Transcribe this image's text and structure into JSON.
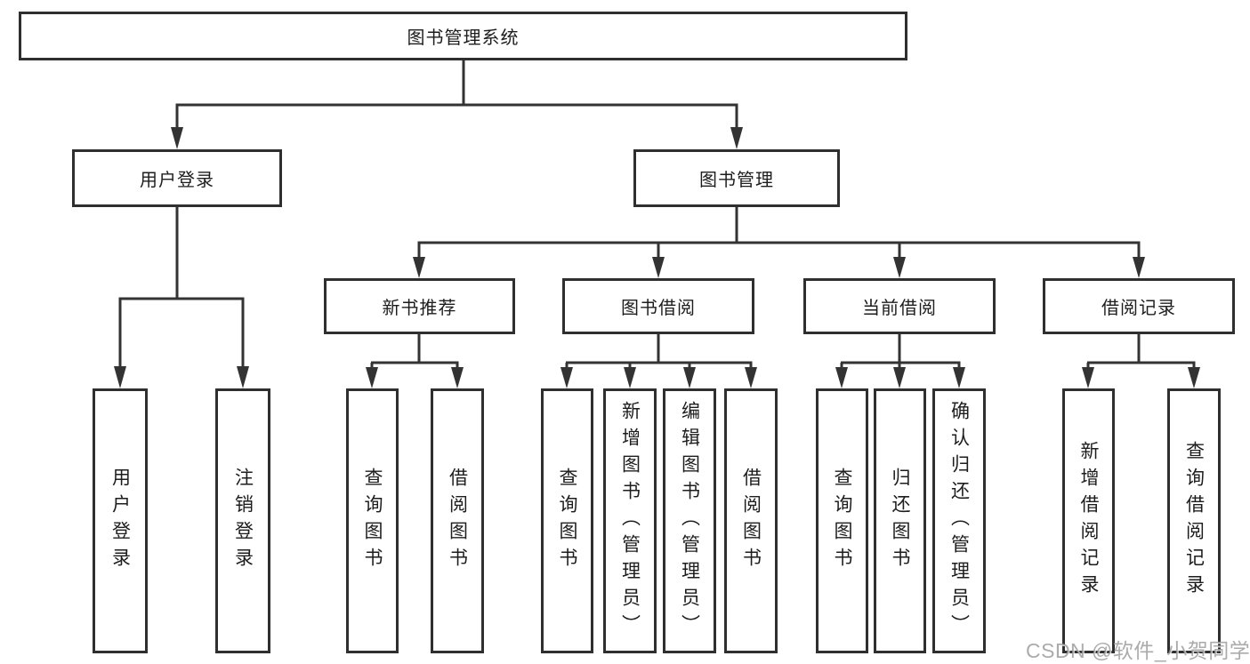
{
  "tree": {
    "root": {
      "label": "图书管理系统"
    },
    "branches": [
      {
        "label": "用户登录",
        "children": [
          {
            "label": "用户登录"
          },
          {
            "label": "注销登录"
          }
        ]
      },
      {
        "label": "图书管理",
        "children": [
          {
            "label": "新书推荐",
            "children": [
              {
                "label": "查询图书"
              },
              {
                "label": "借阅图书"
              }
            ]
          },
          {
            "label": "图书借阅",
            "children": [
              {
                "label": "查询图书"
              },
              {
                "label": "新增图书（管理员）"
              },
              {
                "label": "编辑图书（管理员）"
              },
              {
                "label": "借阅图书"
              }
            ]
          },
          {
            "label": "当前借阅",
            "children": [
              {
                "label": "查询图书"
              },
              {
                "label": "归还图书"
              },
              {
                "label": "确认归还（管理员）"
              }
            ]
          },
          {
            "label": "借阅记录",
            "children": [
              {
                "label": "新增借阅记录"
              },
              {
                "label": "查询借阅记录"
              }
            ]
          }
        ]
      }
    ]
  },
  "watermark": "CSDN @软件_小贺同学",
  "colors": {
    "line": "#333333",
    "box_border": "#2f2f2f",
    "text": "#1d1d1d",
    "watermark": "#969696",
    "background": "#ffffff"
  }
}
